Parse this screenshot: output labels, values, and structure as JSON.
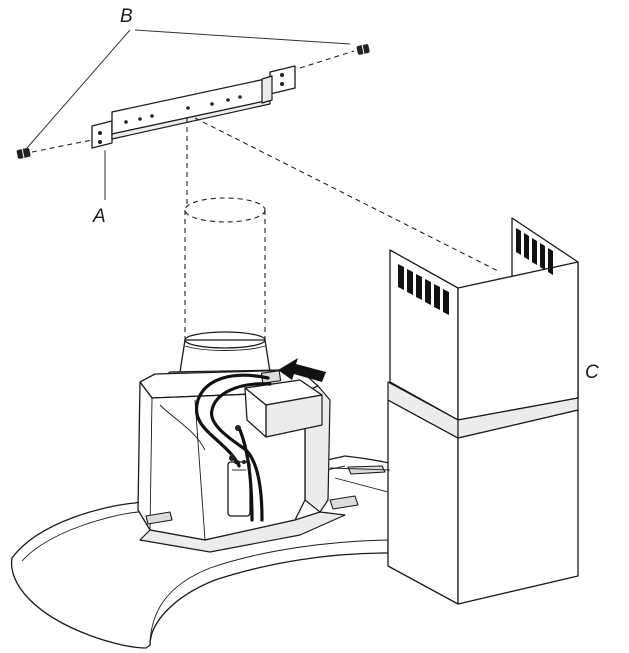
{
  "labels": {
    "a": "A",
    "b": "B",
    "c": "C"
  },
  "colors": {
    "line": "#1a1a1a",
    "background": "#ffffff",
    "shade": "#ececec"
  },
  "icons": {
    "arrow": "push-arrow-icon"
  }
}
